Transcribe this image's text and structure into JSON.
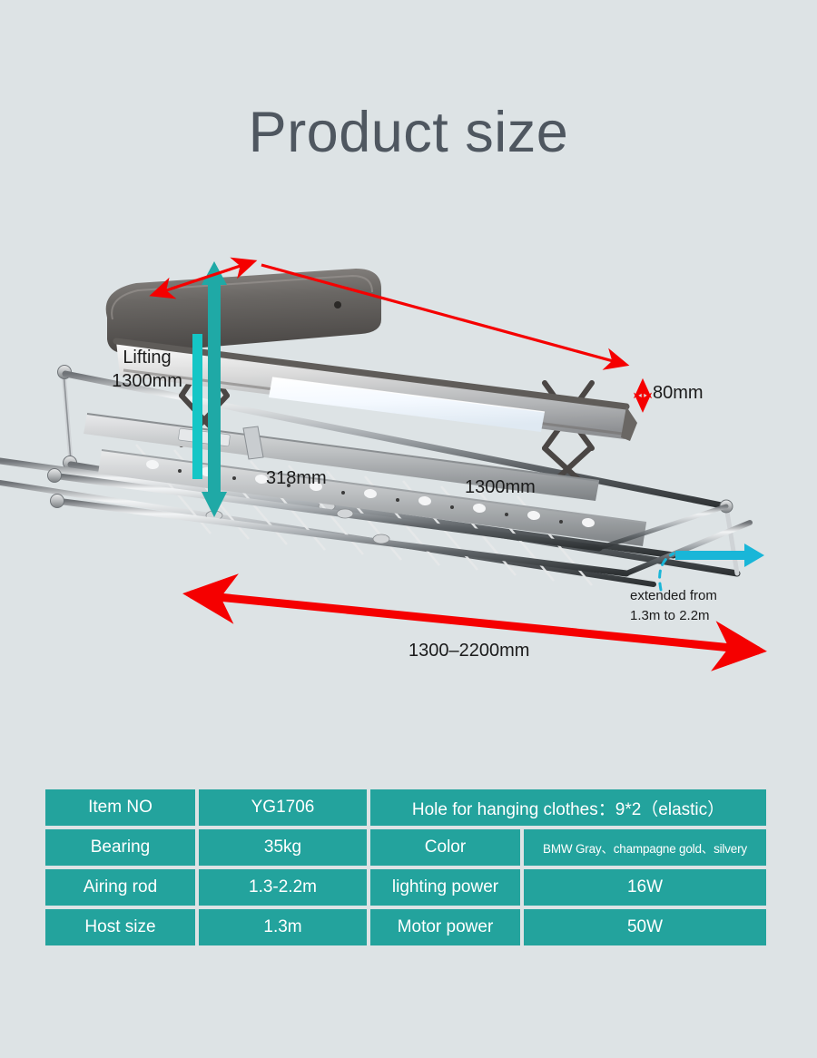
{
  "page": {
    "title": "Product size",
    "background_color": "#dde3e5",
    "title_color": "#4f5760",
    "accent_teal": "#23a39d",
    "arrow_red": "#f50000",
    "arrow_cyan": "#19b6d8",
    "arrow_teal": "#1aa9a6"
  },
  "diagram": {
    "product": "electric ceiling-mounted clothes drying rack with scissor lift, LED light panel and telescoping rods",
    "annotations": {
      "depth": "318mm",
      "length": "1300mm",
      "thickness": "80mm",
      "lifting_label": "Lifting",
      "lifting_value": "1300mm",
      "span_range": "1300–2200mm",
      "extension_line1": "extended from",
      "extension_line2": "1.3m to 2.2m"
    }
  },
  "spec_table": {
    "rows": [
      {
        "cells": [
          {
            "text": "Item NO",
            "width": "c1"
          },
          {
            "text": "YG1706",
            "width": "c2"
          },
          {
            "text": "Hole for hanging clothes：9*2（elastic）",
            "width": "cwide"
          }
        ]
      },
      {
        "cells": [
          {
            "text": "Bearing",
            "width": "c1"
          },
          {
            "text": "35kg",
            "width": "c2"
          },
          {
            "text": "Color",
            "width": "c3"
          },
          {
            "text": "BMW Gray、champagne gold、silvery",
            "width": "c4",
            "tiny": true
          }
        ]
      },
      {
        "cells": [
          {
            "text": "Airing rod",
            "width": "c1"
          },
          {
            "text": "1.3-2.2m",
            "width": "c2"
          },
          {
            "text": "lighting power",
            "width": "c3"
          },
          {
            "text": "16W",
            "width": "c4"
          }
        ]
      },
      {
        "cells": [
          {
            "text": "Host size",
            "width": "c1"
          },
          {
            "text": "1.3m",
            "width": "c2"
          },
          {
            "text": "Motor power",
            "width": "c3"
          },
          {
            "text": "50W",
            "width": "c4"
          }
        ]
      }
    ]
  }
}
